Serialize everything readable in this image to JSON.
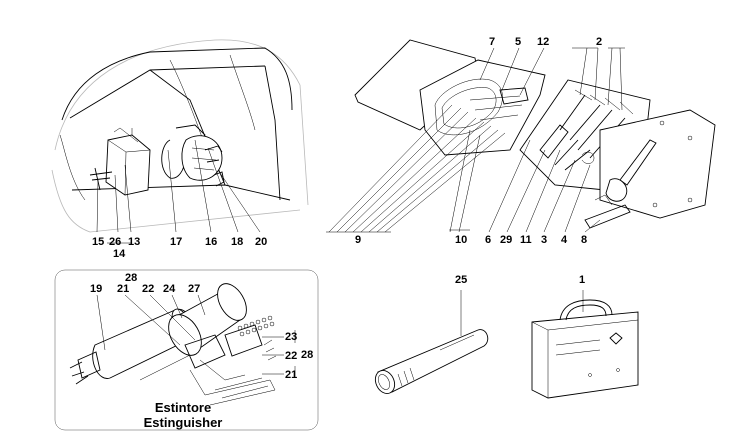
{
  "extinguisher_caption": {
    "line1": "Estintore",
    "line2": "Estinguisher"
  },
  "callouts": {
    "c1": "1",
    "c2": "2",
    "c3": "3",
    "c4": "4",
    "c5": "5",
    "c6": "6",
    "c7": "7",
    "c8": "8",
    "c9": "9",
    "c10": "10",
    "c11": "11",
    "c12": "12",
    "c13": "13",
    "c14": "14",
    "c15": "15",
    "c16": "16",
    "c17": "17",
    "c18": "18",
    "c19": "19",
    "c20": "20",
    "c21a": "21",
    "c21b": "21",
    "c22a": "22",
    "c22b": "22",
    "c23": "23",
    "c24": "24",
    "c25": "25",
    "c26": "26",
    "c27": "27",
    "c28a": "28",
    "c28b": "28",
    "c29": "29"
  }
}
